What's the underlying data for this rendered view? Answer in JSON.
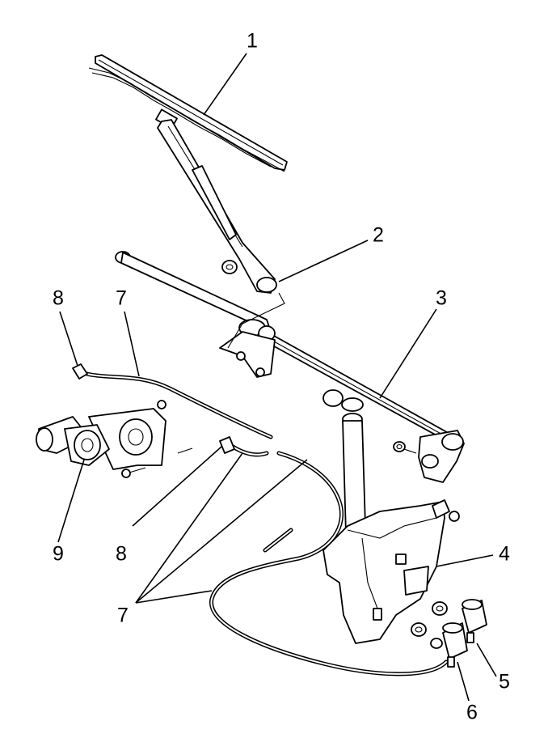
{
  "callouts": [
    {
      "id": "c1",
      "label": "1"
    },
    {
      "id": "c2",
      "label": "2"
    },
    {
      "id": "c3",
      "label": "3"
    },
    {
      "id": "c4",
      "label": "4"
    },
    {
      "id": "c5",
      "label": "5"
    },
    {
      "id": "c6",
      "label": "6"
    },
    {
      "id": "c7a",
      "label": "7"
    },
    {
      "id": "c7b",
      "label": "7"
    },
    {
      "id": "c8a",
      "label": "8"
    },
    {
      "id": "c8b",
      "label": "8"
    },
    {
      "id": "c9",
      "label": "9"
    }
  ],
  "colors": {
    "ink": "#000000",
    "paper": "#ffffff"
  }
}
